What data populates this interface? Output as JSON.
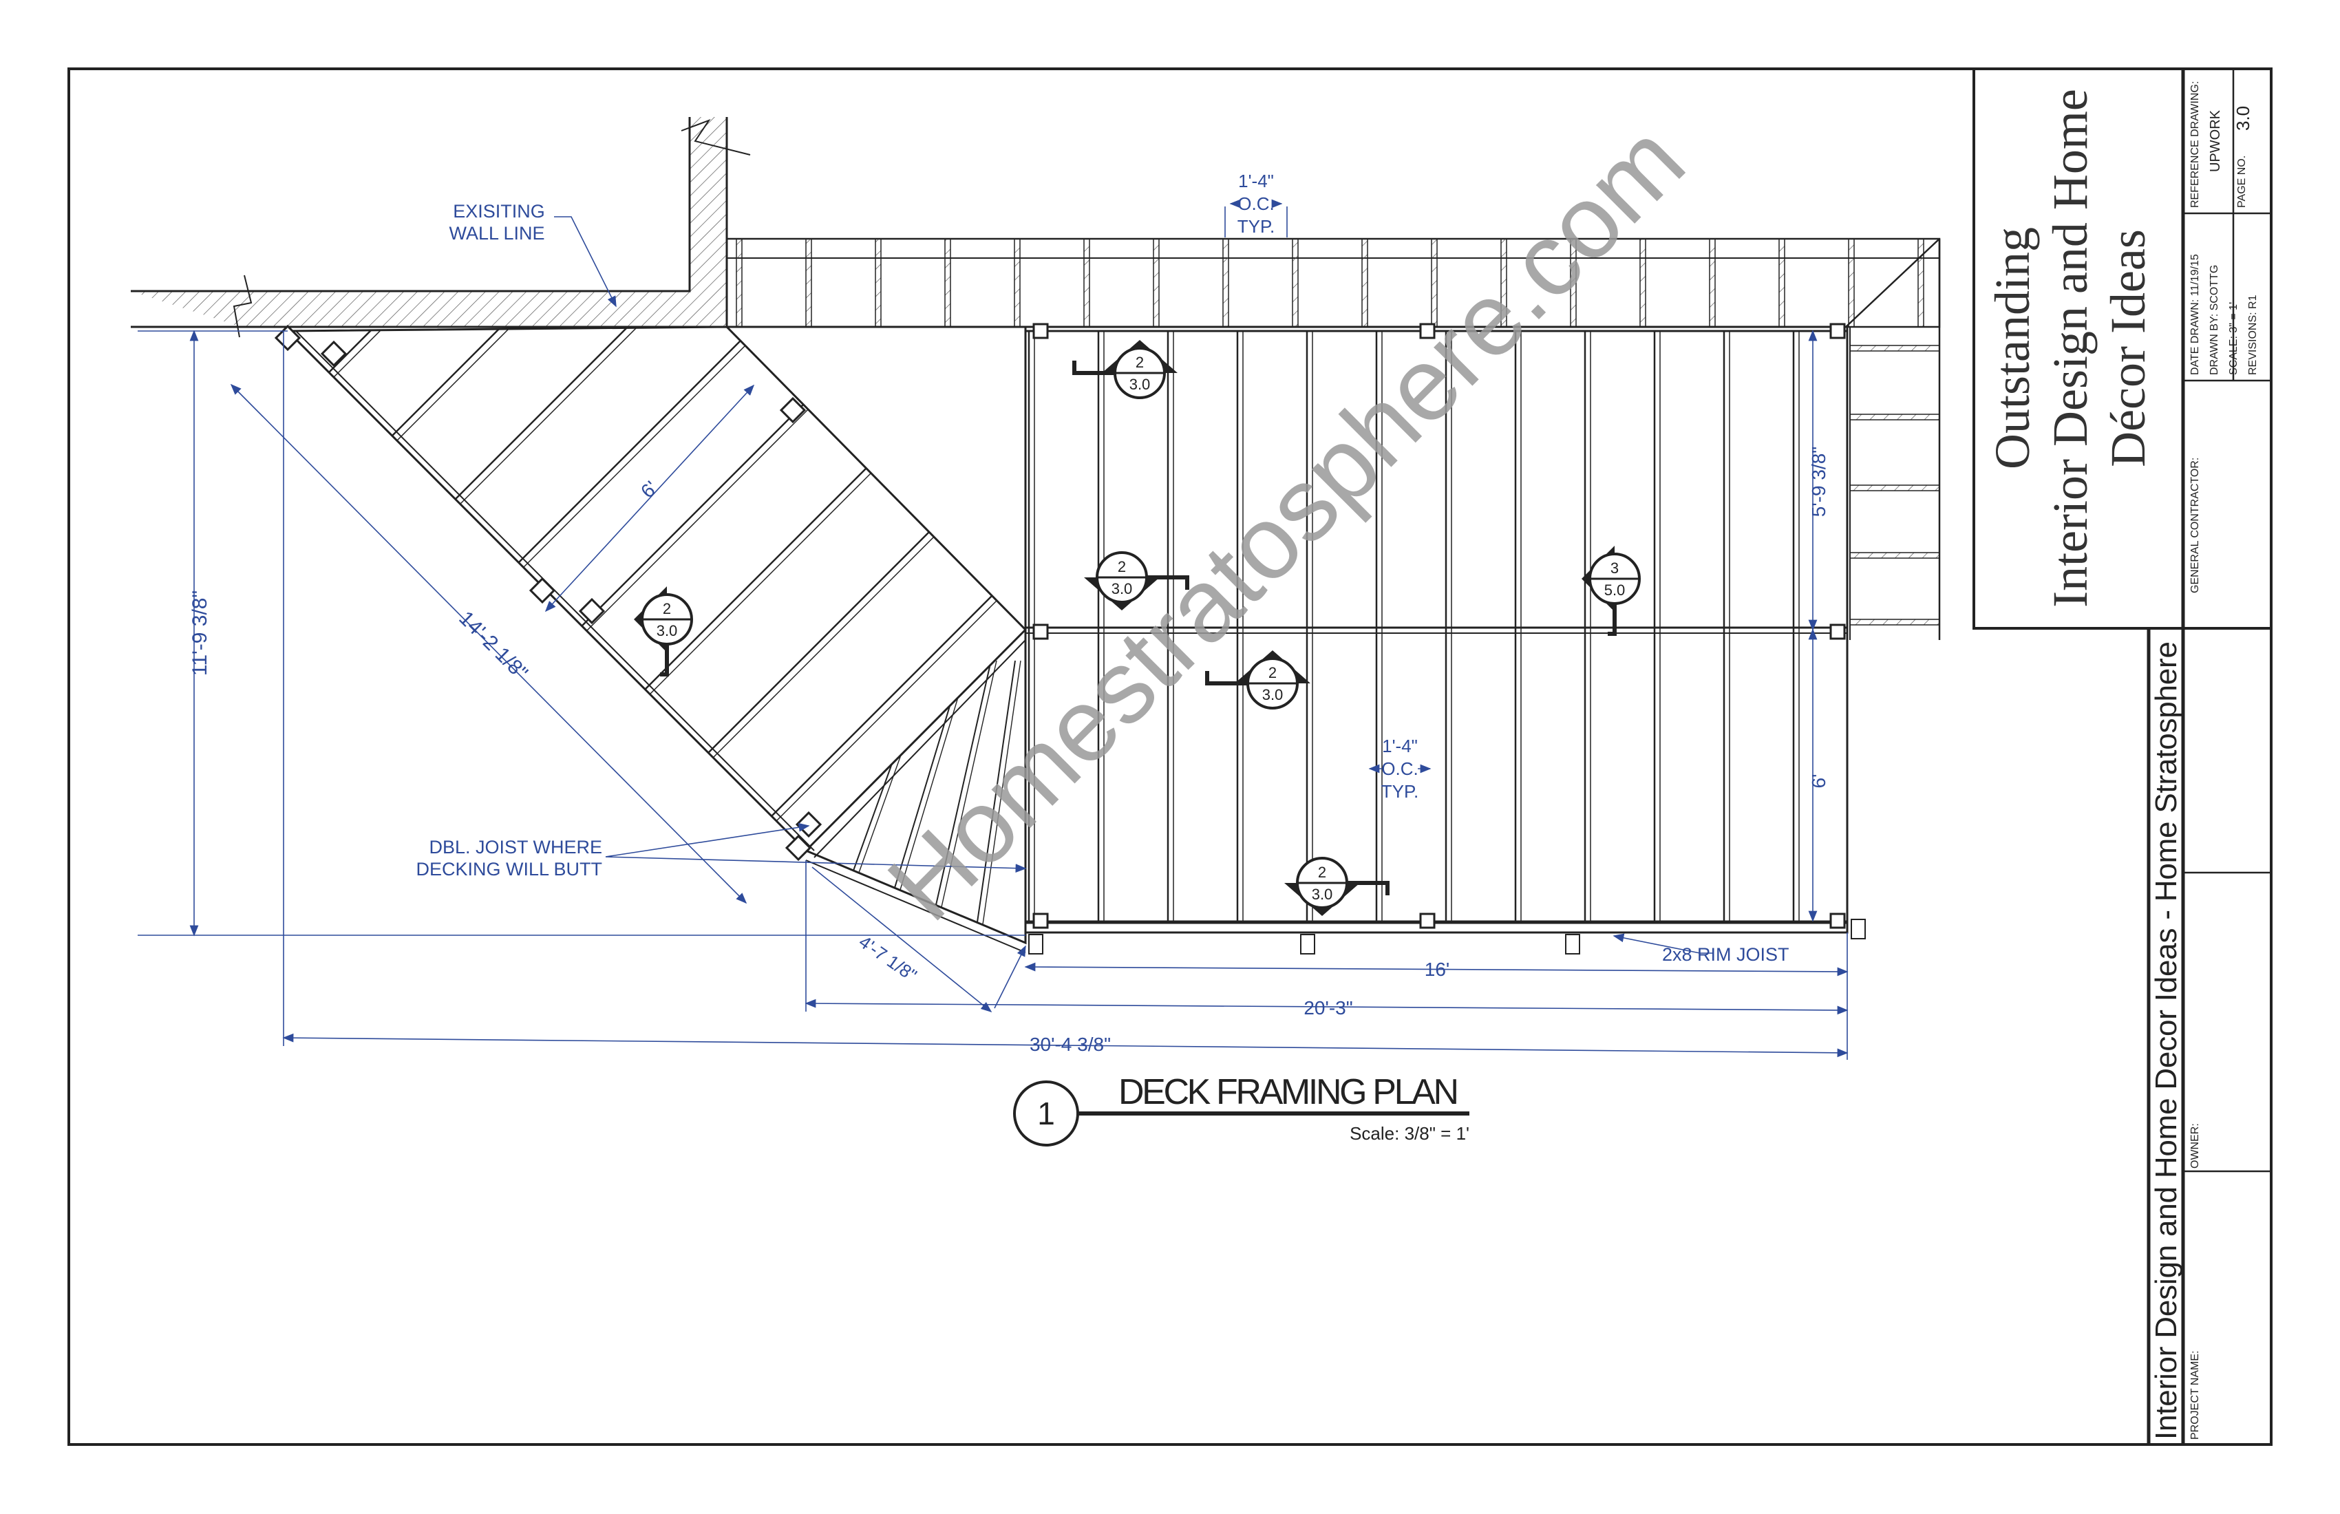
{
  "drawing": {
    "title": "DECK FRAMING PLAN",
    "detail_number": "1",
    "scale": "Scale: 3/8\" = 1'",
    "watermark": "Homestratosphere.com"
  },
  "annotations": {
    "wall_line": [
      "EXISITING",
      "WALL LINE"
    ],
    "dbl_joist": [
      "DBL. JOIST WHERE",
      "DECKING WILL BUTT"
    ],
    "rim_joist": "2x8 RIM JOIST",
    "oc_top": [
      "1'-4\"",
      "O.C.",
      "TYP."
    ],
    "oc_mid": [
      "1'-4\"",
      "O.C.",
      "TYP."
    ]
  },
  "dimensions": {
    "overall_height": "11'-9 3/8\"",
    "diagonal_length": "14'-2 1/8\"",
    "diagonal_width": "6'",
    "upper_bay": "5'-9 3/8\"",
    "lower_bay": "6'",
    "main_width": "16'",
    "mid_width": "20'-3\"",
    "overall_width": "30'-4 3/8\"",
    "chamfer": "4'-7 1/8\""
  },
  "section_markers": [
    {
      "top": "2",
      "bottom": "3.0"
    },
    {
      "top": "2",
      "bottom": "3.0"
    },
    {
      "top": "2",
      "bottom": "3.0"
    },
    {
      "top": "2",
      "bottom": "3.0"
    },
    {
      "top": "2",
      "bottom": "3.0"
    },
    {
      "top": "3",
      "bottom": "5.0"
    }
  ],
  "title_block": {
    "project_title": [
      "Outstanding",
      "Interior Design and Home",
      "Décor Ideas"
    ],
    "project_strip": "Interior Design and Home Decor Ideas - Home Stratosphere",
    "reference_drawing_label": "REFERENCE DRAWING:",
    "reference_drawing": "UPWORK",
    "page_no_label": "PAGE NO.",
    "page_no": "3.0",
    "date_drawn": "DATE DRAWN: 11/19/15",
    "drawn_by": "DRAWN BY: SCOTTG",
    "scale": "SCALE: 3\" = 1'",
    "revisions": "REVISIONS: R1",
    "general_contractor_label": "GENERAL CONTRACTOR:",
    "owner_label": "OWNER:",
    "project_name_label": "PROJECT NAME:"
  },
  "colors": {
    "dimension": "#2e4b9b",
    "linework": "#222222",
    "watermark": "#9a9a9a"
  }
}
